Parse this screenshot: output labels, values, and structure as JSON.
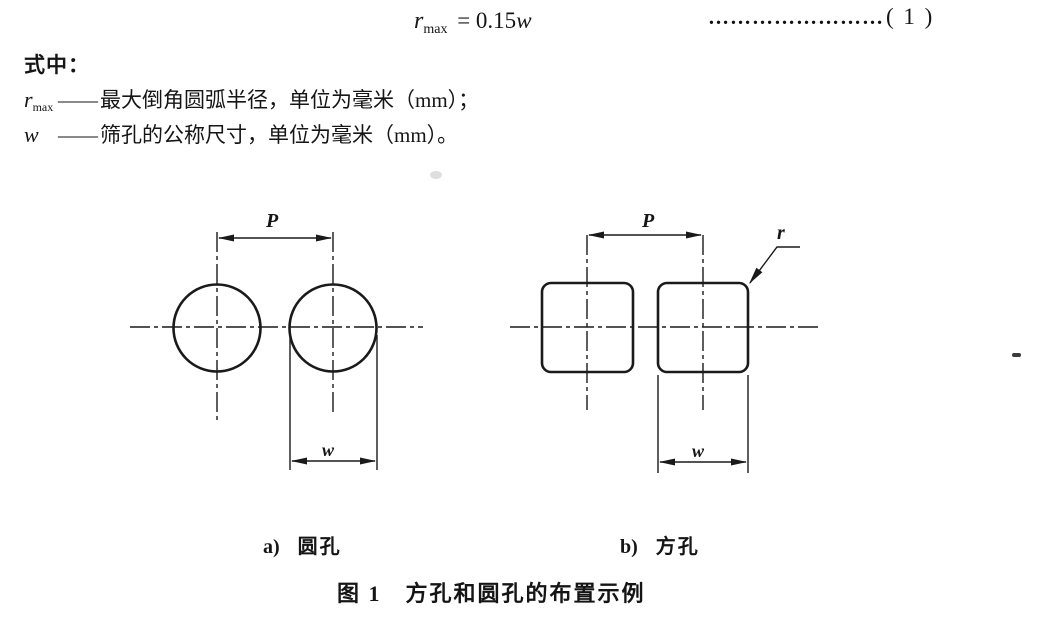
{
  "formula": {
    "lhs": "r",
    "lhs_sub": "max",
    "rhs": "= 0.15",
    "rhs_var": "w",
    "leader_dots": "……………………",
    "eq_number": "( 1 )"
  },
  "definitions": {
    "intro": "式中：",
    "items": [
      {
        "symbol": "r",
        "symbol_sub": "max",
        "separator": "——",
        "description": "最大倒角圆弧半径，单位为毫米（mm）；"
      },
      {
        "symbol": "w",
        "symbol_sub": "",
        "separator": "——",
        "description": "筛孔的公称尺寸，单位为毫米（mm）。"
      }
    ]
  },
  "figure": {
    "labels": {
      "pitch": "P",
      "aperture_width": "w",
      "corner_radius": "r"
    },
    "subfigures": [
      {
        "prefix": "a)",
        "title": "圆孔"
      },
      {
        "prefix": "b)",
        "title": "方孔"
      }
    ],
    "caption": "图 1　方孔和圆孔的布置示例"
  }
}
